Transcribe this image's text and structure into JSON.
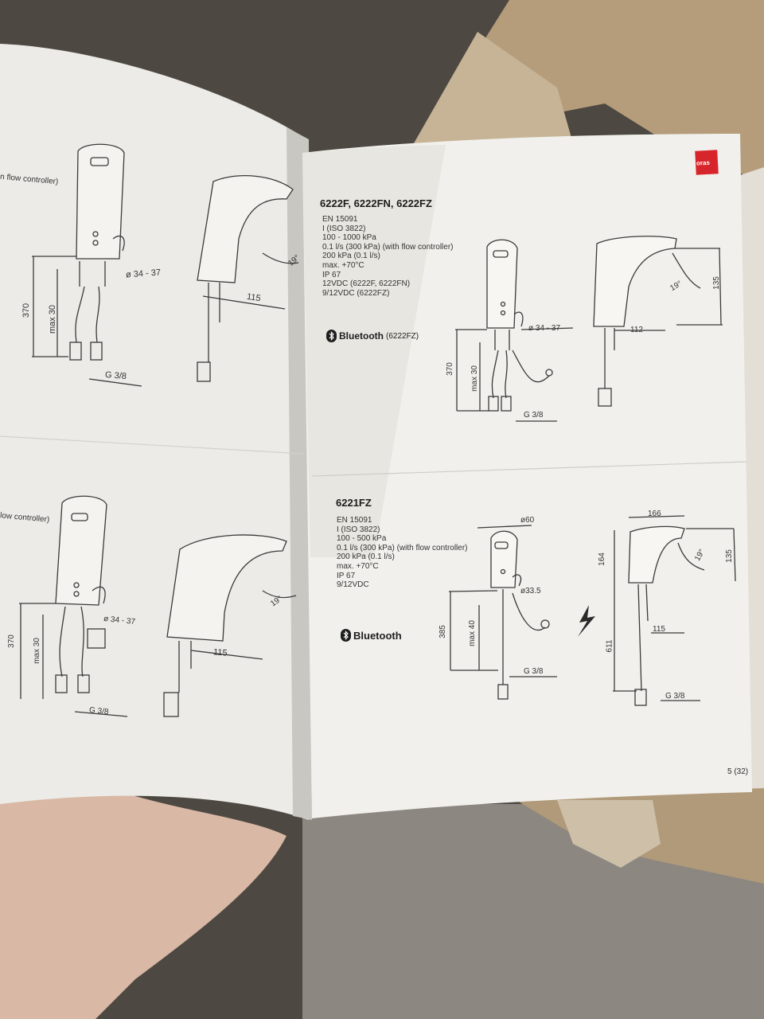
{
  "brand": {
    "logo_text": "oras",
    "logo_color": "#d7262b"
  },
  "right_page": {
    "sections": [
      {
        "title": "6222F, 6222FN, 6222FZ",
        "specs": [
          "EN 15091",
          "I (ISO 3822)",
          "100 - 1000 kPa",
          "0.1 l/s (300 kPa) (with flow controller)",
          "200 kPa (0.1 l/s)",
          "max. +70°C",
          "IP 67",
          "12VDC (6222F, 6222FN)",
          "9/12VDC (6222FZ)"
        ],
        "bluetooth_label": "Bluetooth",
        "bluetooth_note": "(6222FZ)",
        "dims": {
          "diameter": "ø 34 - 37",
          "height": "370",
          "max": "max 30",
          "thread": "G 3/8",
          "reach": "112",
          "spout_height": "135",
          "angle": "19°"
        }
      },
      {
        "title": "6221FZ",
        "specs": [
          "EN 15091",
          "I (ISO 3822)",
          "100 - 500 kPa",
          "0.1 l/s (300 kPa) (with flow controller)",
          "200 kPa (0.1 l/s)",
          "max. +70°C",
          "IP 67",
          "9/12VDC"
        ],
        "bluetooth_label": "Bluetooth",
        "dims": {
          "d60": "ø60",
          "d335": "ø33.5",
          "height": "385",
          "max": "max 40",
          "thread": "G 3/8",
          "width": "166",
          "h164": "164",
          "angle": "19°",
          "spout_height": "135",
          "reach": "115",
          "total": "611",
          "thread2": "G 3/8"
        }
      }
    ],
    "page_number": "5 (32)"
  },
  "left_page": {
    "top": {
      "caption": "n flow controller)",
      "diameter": "ø 34 - 37",
      "height": "370",
      "max": "max 30",
      "thread": "G 3/8",
      "reach": "115",
      "angle": "19°"
    },
    "bottom": {
      "caption": "low controller)",
      "diameter": "ø 34 - 37",
      "height": "370",
      "max": "max 30",
      "thread": "G 3/8",
      "reach": "115",
      "angle": "19°"
    }
  }
}
